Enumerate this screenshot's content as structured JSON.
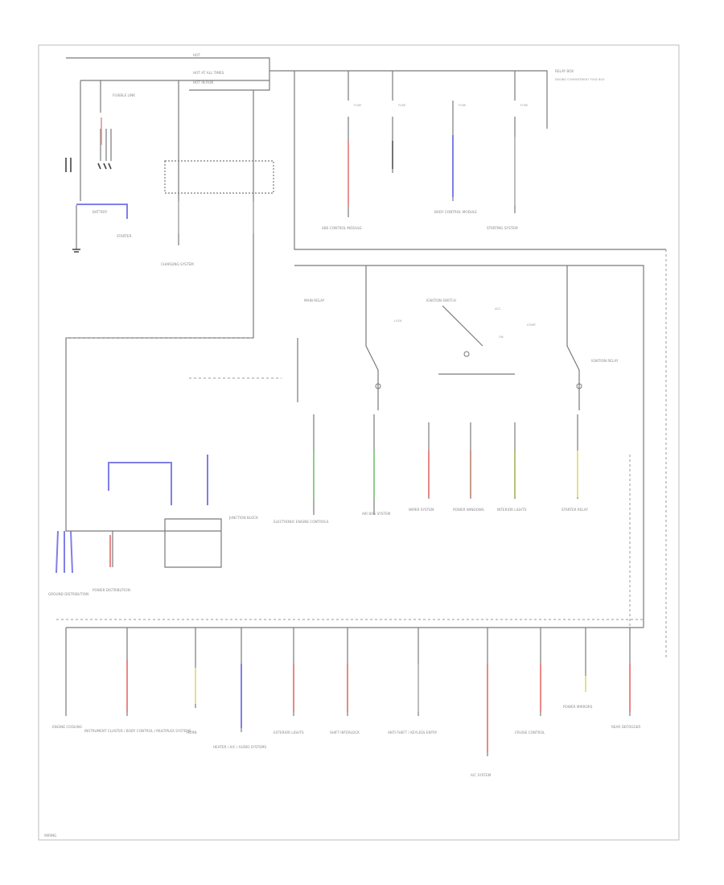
{
  "diagram": {
    "title": "",
    "footer_label": "WIRING",
    "wire_colors": {
      "red": "#e88888",
      "green": "#8ccf8c",
      "blue": "#7f7fe8",
      "yellow": "#e5e08a",
      "gray": "#bdbdbd",
      "dark": "#666666",
      "brown": "#c79a8a",
      "olive": "#b5c27a"
    },
    "top_left_labels": [
      "HOT",
      "HOT AT ALL TIMES",
      "HOT IN RUN",
      "FUSIBLE LINK",
      "BATTERY",
      "STARTER"
    ],
    "top_right_labels": [
      "RELAY BOX",
      "FUSE",
      "FUSE",
      "FUSE",
      "FUSE",
      "ENGINE COMPARTMENT FUSE BOX"
    ],
    "top_destinations": [
      "CHARGING SYSTEM",
      "ABS CONTROL MODULE",
      "BODY CONTROL MODULE",
      "STARTING SYSTEM"
    ],
    "mid_labels": [
      "MAIN RELAY",
      "IGNITION SWITCH",
      "LOCK",
      "ACC",
      "ON",
      "START",
      "IGNITION RELAY"
    ],
    "mid_destinations": [
      "ELECTRONIC ENGINE CONTROLS",
      "AIR BAG SYSTEM",
      "WIPER SYSTEM",
      "POWER WINDOWS",
      "INTERIOR LIGHTS",
      "STARTER RELAY"
    ],
    "left_destinations": [
      "GROUND DISTRIBUTION",
      "POWER DISTRIBUTION",
      "JUNCTION BLOCK"
    ],
    "bottom_destinations": [
      "ENGINE COOLING",
      "INSTRUMENT CLUSTER / BODY CONTROL / MULTIPLEX SYSTEMS",
      "HORN",
      "HEATER / A/C / AUDIO SYSTEMS",
      "EXTERIOR LIGHTS",
      "SHIFT INTERLOCK",
      "ANTI-THEFT / KEYLESS ENTRY",
      "A/C SYSTEM",
      "CRUISE CONTROL",
      "POWER MIRRORS",
      "REAR DEFOGGER"
    ]
  }
}
